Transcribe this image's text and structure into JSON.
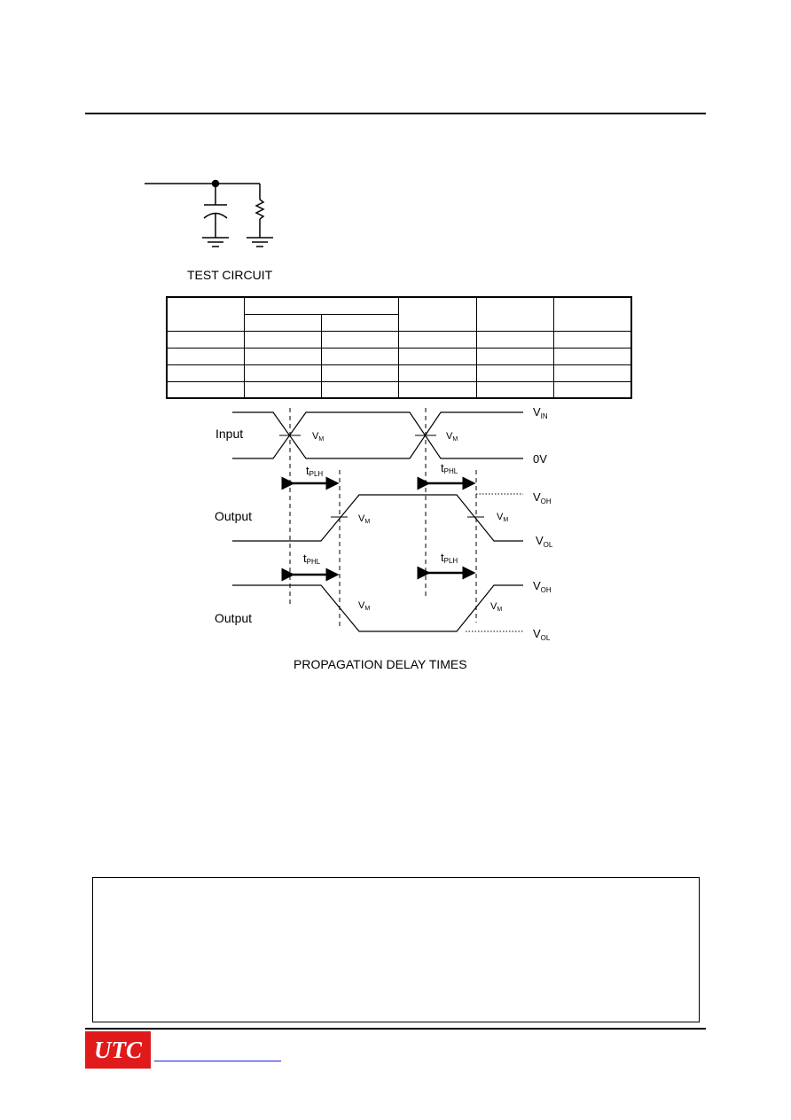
{
  "test_circuit": {
    "caption": "TEST CIRCUIT"
  },
  "table": {
    "rows": 6,
    "cols": 6
  },
  "waveform": {
    "input_label": "Input",
    "output1_label": "Output",
    "output2_label": "Output",
    "vm_label": "V",
    "vm_sub": "M",
    "vin_label": "V",
    "vin_sub": "IN",
    "zero_label": "0V",
    "voh_label": "V",
    "voh_sub": "OH",
    "vol_label": "V",
    "vol_sub": "OL",
    "tplh_label": "t",
    "tplh_sub": "PLH",
    "tphl_label": "t",
    "tphl_sub": "PHL",
    "caption": "PROPAGATION DELAY TIMES"
  },
  "footer": {
    "logo_text": "UTC"
  }
}
